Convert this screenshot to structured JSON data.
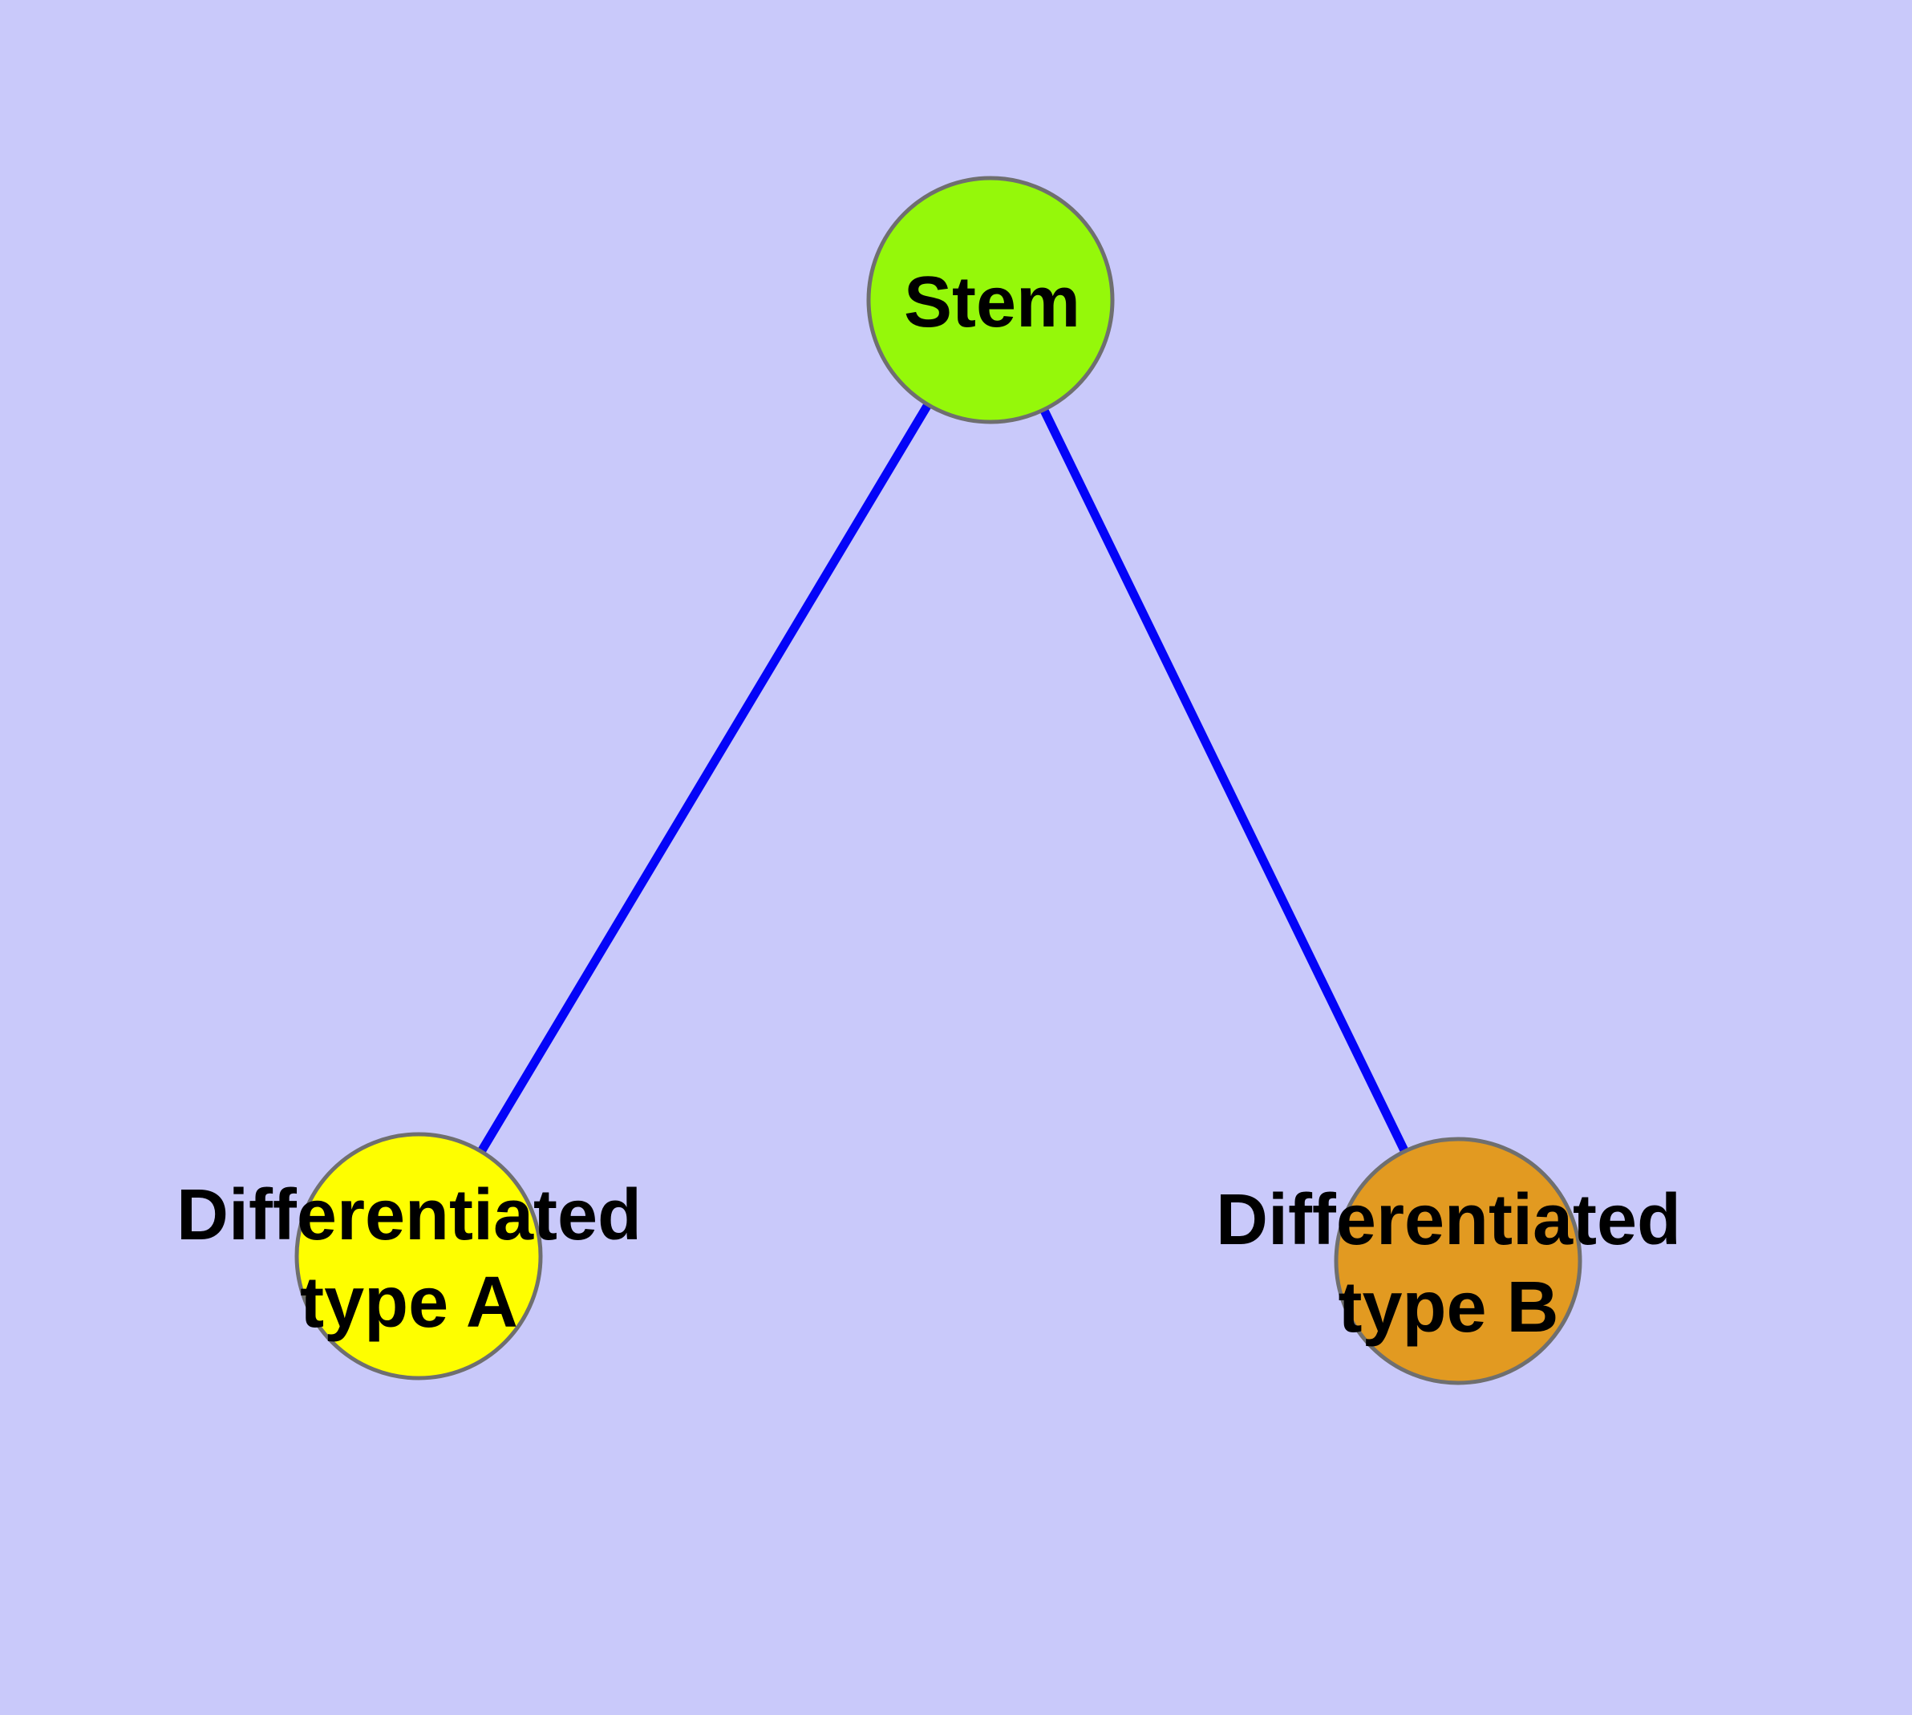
{
  "diagram": {
    "background_color": "#C9C9FA",
    "edge_color": "#0404F8",
    "node_border_color": "#6F6F6F",
    "text_color": "#000000",
    "nodes": {
      "stem": {
        "label": "Stem",
        "fill": "#95F80A"
      },
      "type_a": {
        "label_line1": "Differentiated",
        "label_line2": "type A",
        "fill": "#FEFE00"
      },
      "type_b": {
        "label_line1": "Differentiated",
        "label_line2": "type B",
        "fill": "#E29A21"
      }
    },
    "edges": [
      {
        "from": "Stem",
        "to": "Differentiated type A"
      },
      {
        "from": "Stem",
        "to": "Differentiated type B"
      }
    ]
  }
}
